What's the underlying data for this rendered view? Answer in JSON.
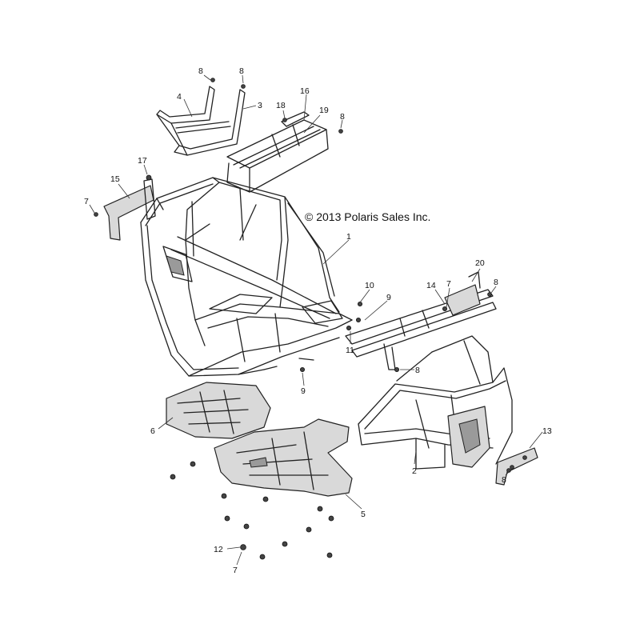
{
  "copyright": "© 2013 Polaris Sales Inc.",
  "callouts": [
    {
      "id": "c8a",
      "label": "8"
    },
    {
      "id": "c8b",
      "label": "8"
    },
    {
      "id": "c4",
      "label": "4"
    },
    {
      "id": "c3",
      "label": "3"
    },
    {
      "id": "c16",
      "label": "16"
    },
    {
      "id": "c18",
      "label": "18"
    },
    {
      "id": "c19",
      "label": "19"
    },
    {
      "id": "c8c",
      "label": "8"
    },
    {
      "id": "c17",
      "label": "17"
    },
    {
      "id": "c15",
      "label": "15"
    },
    {
      "id": "c7a",
      "label": "7"
    },
    {
      "id": "c1",
      "label": "1"
    },
    {
      "id": "c20",
      "label": "20"
    },
    {
      "id": "c14",
      "label": "14"
    },
    {
      "id": "c7b",
      "label": "7"
    },
    {
      "id": "c8d",
      "label": "8"
    },
    {
      "id": "c10",
      "label": "10"
    },
    {
      "id": "c9a",
      "label": "9"
    },
    {
      "id": "c11",
      "label": "11"
    },
    {
      "id": "c8e",
      "label": "8"
    },
    {
      "id": "c9b",
      "label": "9"
    },
    {
      "id": "c6",
      "label": "6"
    },
    {
      "id": "c2",
      "label": "2"
    },
    {
      "id": "c13",
      "label": "13"
    },
    {
      "id": "c8f",
      "label": "8"
    },
    {
      "id": "c5",
      "label": "5"
    },
    {
      "id": "c12",
      "label": "12"
    },
    {
      "id": "c7c",
      "label": "7"
    }
  ]
}
